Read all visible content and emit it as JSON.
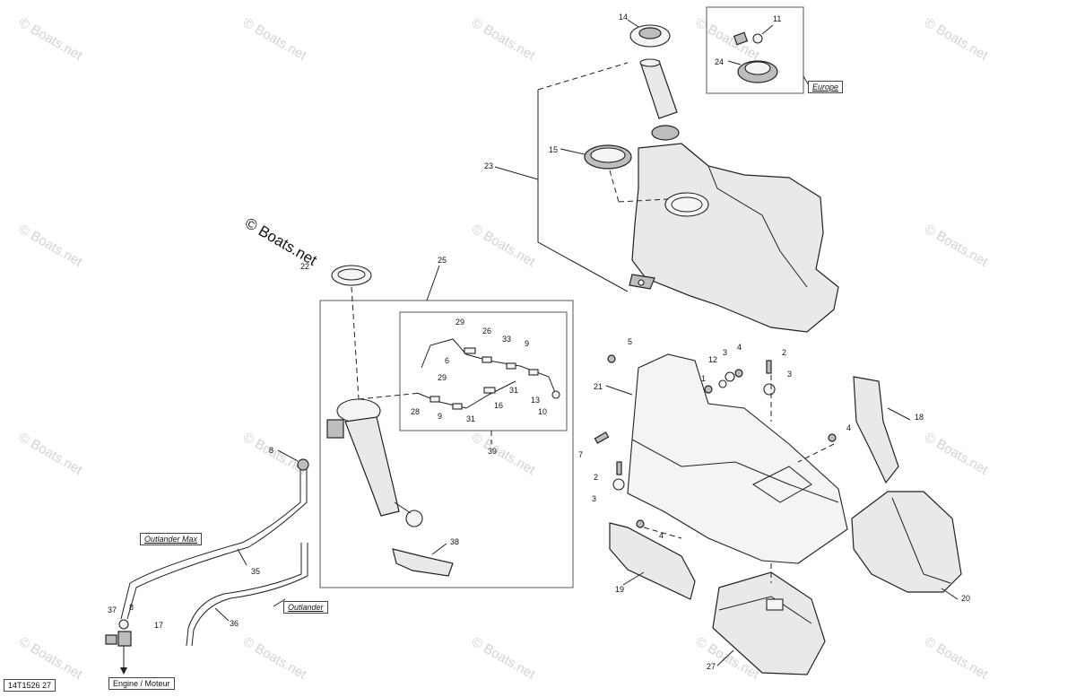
{
  "watermark": "© Boats.net",
  "diagram_code": "14T1526 27",
  "labels": {
    "europe": "Europe",
    "outlander_max": "Outlander Max",
    "outlander": "Outlander",
    "engine": "Engine / Moteur"
  },
  "callouts": [
    "14",
    "11",
    "24",
    "15",
    "23",
    "22",
    "25",
    "29",
    "26",
    "33",
    "9",
    "6",
    "29",
    "31",
    "16",
    "28",
    "9",
    "31",
    "13",
    "10",
    "39",
    "8",
    "38",
    "35",
    "37",
    "8",
    "17",
    "36",
    "5",
    "2",
    "12",
    "3",
    "4",
    "3",
    "21",
    "18",
    "1",
    "4",
    "7",
    "2",
    "3",
    "4",
    "19",
    "20",
    "27"
  ]
}
